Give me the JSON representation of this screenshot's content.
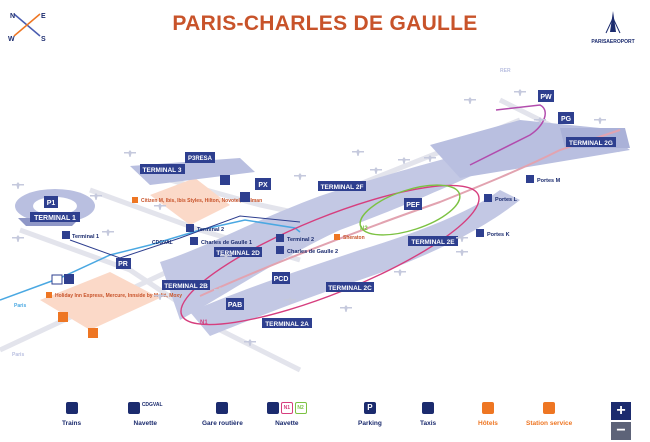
{
  "title": "PARIS-CHARLES DE GAULLE",
  "logo": {
    "label": "PARISAEROPORT"
  },
  "compass": {
    "n": "N",
    "e": "E",
    "s": "S",
    "w": "W"
  },
  "colors": {
    "title": "#c8532a",
    "navy": "#1b2b6e",
    "orange": "#ee7623",
    "terminal": "#b9bfe0",
    "terminal_dark": "#8f97c7",
    "label_bg": "#2e3f8f",
    "hotel_bg": "#fbd9c8",
    "road": "#dcdde6",
    "cdgval": "#4aa8e2",
    "n1": "#d63e7e",
    "n2": "#7cc242",
    "rail": "#e2a3b0"
  },
  "terminals": {
    "t1": "TERMINAL 1",
    "t3": "TERMINAL 3",
    "t2a": "TERMINAL 2A",
    "t2b": "TERMINAL 2B",
    "t2c": "TERMINAL 2C",
    "t2d": "TERMINAL 2D",
    "t2e": "TERMINAL 2E",
    "t2f": "TERMINAL 2F",
    "t2g": "TERMINAL 2G"
  },
  "parkings": {
    "p1": "P1",
    "p3resa": "P3RESA",
    "px": "PX",
    "pr": "PR",
    "pef": "PEF",
    "pcd": "PCD",
    "pab": "PAB",
    "pw": "PW",
    "pg": "PG"
  },
  "stations": {
    "terminal1": "Terminal 1",
    "terminal2a": "Terminal 2",
    "cdg1": "Charles de Gaulle 1",
    "terminal2b": "Terminal 2",
    "cdg2": "Charles de Gaulle 2",
    "portes_m": "Portes M",
    "portes_l": "Portes L",
    "portes_k": "Portes K"
  },
  "labels": {
    "cdgval": "CDGVAL",
    "hotels_1": "Citizen M, Ibis, Ibis Styles, Hilton, Novotel, Pullman",
    "hotels_2": "Holiday Inn Express, Mercure, Innside by Meliá, Moxy",
    "sheraton": "Sheraton",
    "paris_left": "Paris",
    "paris_bottom": "Paris",
    "n1": "N1",
    "n2": "N2",
    "rer": "RER"
  },
  "legend": [
    {
      "key": "trains",
      "label": "Trains",
      "glyph": "▣"
    },
    {
      "key": "navette_cdgval",
      "label": "Navette",
      "glyph": "▣",
      "sub": "CDGVAL"
    },
    {
      "key": "gare_routiere",
      "label": "Gare routière",
      "glyph": "▣"
    },
    {
      "key": "navette",
      "label": "Navette",
      "glyph": "▣",
      "n1": "N1",
      "n2": "N2"
    },
    {
      "key": "parking",
      "label": "Parking",
      "glyph": "P"
    },
    {
      "key": "taxis",
      "label": "Taxis",
      "glyph": "▣"
    },
    {
      "key": "hotels",
      "label": "Hôtels",
      "glyph": "▣"
    },
    {
      "key": "station_service",
      "label": "Station service",
      "glyph": "▣"
    }
  ],
  "zoom": {
    "in": "+",
    "out": "−"
  }
}
